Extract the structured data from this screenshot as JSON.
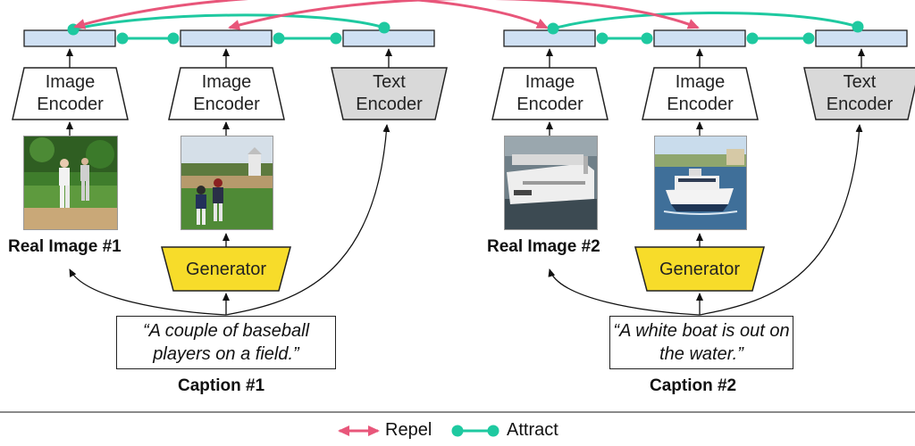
{
  "pairs": [
    {
      "image_encoder_label": "Image\nEncoder",
      "text_encoder_label": "Text\nEncoder",
      "generator_label": "Generator",
      "real_image_label": "Real Image #1",
      "caption_text": "“A couple of baseball players on a field.”",
      "caption_label": "Caption #1"
    },
    {
      "image_encoder_label": "Image\nEncoder",
      "text_encoder_label": "Text\nEncoder",
      "generator_label": "Generator",
      "real_image_label": "Real Image #2",
      "caption_text": "“A white boat is out on the water.”",
      "caption_label": "Caption #2"
    }
  ],
  "legend": {
    "repel": "Repel",
    "attract": "Attract"
  },
  "colors": {
    "repel": "#e8567a",
    "attract": "#1ec9a0",
    "embedding": "#cfe0f3",
    "generator": "#f7dc2a",
    "text_encoder": "#d9d9d9"
  }
}
